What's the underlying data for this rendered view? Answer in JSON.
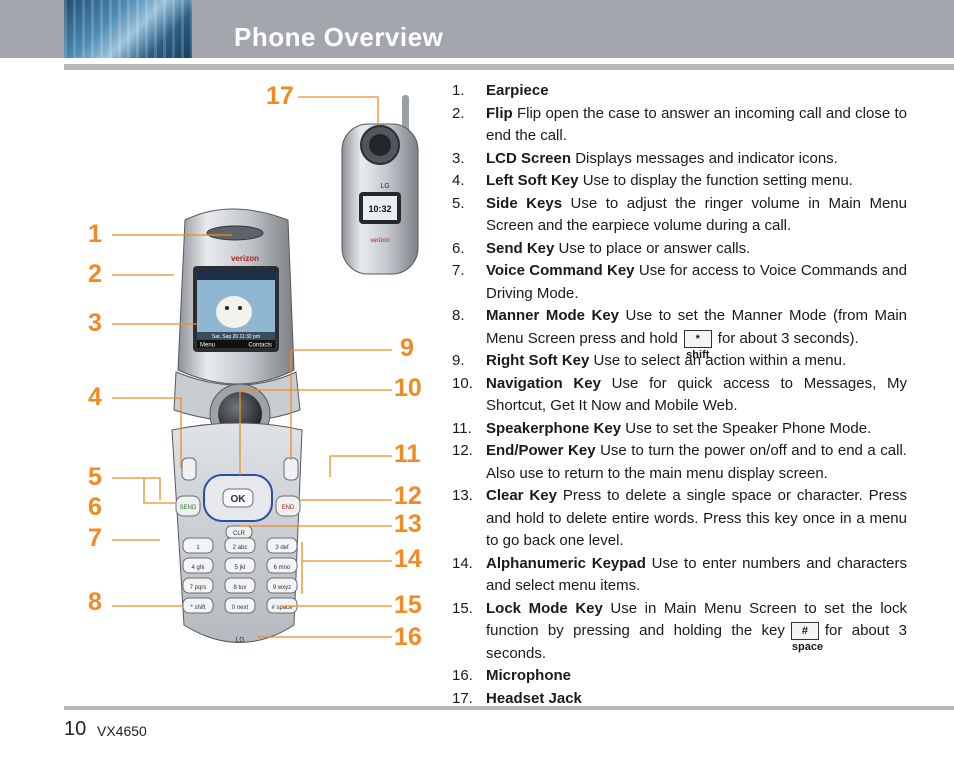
{
  "header": {
    "title": "Phone Overview"
  },
  "footer": {
    "page_number": "10",
    "model": "VX4650"
  },
  "figure": {
    "callouts": [
      "17",
      "1",
      "2",
      "3",
      "4",
      "5",
      "6",
      "7",
      "8",
      "9",
      "10",
      "11",
      "12",
      "13",
      "14",
      "15",
      "16"
    ],
    "brand": "verizon",
    "closed_brand": "verizon",
    "logo": "LG",
    "closed_clock": "10:32",
    "screen_status": "Sat, Sep 20 11:32 pm",
    "soft_left": "Menu",
    "soft_right": "Contacts",
    "ok_label": "OK",
    "send_label": "SEND",
    "end_label": "END",
    "clr_label": "CLR",
    "keypad": [
      "1",
      "2 abc",
      "3 def",
      "4 ghi",
      "5 jkl",
      "6 mno",
      "7 pqrs",
      "8 tuv",
      "9 wxyz",
      "* shift",
      "0 next",
      "# space"
    ]
  },
  "features": [
    {
      "num": "1.",
      "term": "Earpiece",
      "desc": ""
    },
    {
      "num": "2.",
      "term": "Flip",
      "desc": "Flip open the case to answer an incoming call and close to end the call."
    },
    {
      "num": "3.",
      "term": "LCD Screen",
      "desc": "Displays messages and indicator icons."
    },
    {
      "num": "4.",
      "term": "Left Soft Key",
      "desc": "Use to display the function setting menu."
    },
    {
      "num": "5.",
      "term": "Side Keys",
      "desc": "Use to adjust the ringer volume in Main Menu Screen and the earpiece volume during a call."
    },
    {
      "num": "6.",
      "term": "Send Key",
      "desc": "Use to place or answer calls."
    },
    {
      "num": "7.",
      "term": "Voice Command Key",
      "desc": "Use for access to Voice Commands and Driving Mode."
    },
    {
      "num": "8.",
      "term": "Manner Mode Key",
      "desc_before": "Use to set the Manner Mode (from Main Menu Screen press and hold",
      "icon": "* shift",
      "desc_after": "for about 3 seconds)."
    },
    {
      "num": "9.",
      "term": "Right Soft Key",
      "desc": "Use to select an action within a menu."
    },
    {
      "num": "10.",
      "term": "Navigation Key",
      "desc": "Use for quick access to Messages, My Shortcut, Get It Now and Mobile Web."
    },
    {
      "num": "11.",
      "term": "Speakerphone Key",
      "desc": "Use to set the Speaker Phone Mode."
    },
    {
      "num": "12.",
      "term": "End/Power Key",
      "desc": "Use to turn the power on/off and to end a call. Also use to return to the main menu display screen."
    },
    {
      "num": "13.",
      "term": "Clear Key",
      "desc": "Press to delete a single space or character. Press and hold to delete entire words. Press this key once in a menu to go back one level."
    },
    {
      "num": "14.",
      "term": "Alphanumeric Keypad",
      "desc": "Use to enter numbers and characters and select menu items."
    },
    {
      "num": "15.",
      "term": "Lock Mode Key",
      "desc_before": "Use in Main Menu Screen to set the lock function by pressing and holding the key",
      "icon": "# space",
      "desc_after": "for about 3 seconds."
    },
    {
      "num": "16.",
      "term": "Microphone",
      "desc": ""
    },
    {
      "num": "17.",
      "term": "Headset Jack",
      "desc": ""
    }
  ],
  "colors": {
    "callout": "#f08a24",
    "band": "#a3a7ad",
    "rule": "#b5b8bc"
  }
}
